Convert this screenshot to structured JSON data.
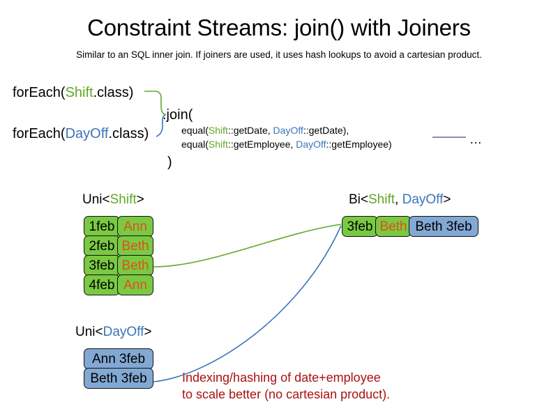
{
  "slide": {
    "title": "Constraint Streams: join() with Joiners",
    "subtitle": "Similar to an SQL inner join. If joiners are used, it uses hash lookups to avoid a cartesian product."
  },
  "colors": {
    "shift_green_text": "#5fa827",
    "dayoff_blue_text": "#3b74b8",
    "box_green": "#7ac943",
    "box_blue": "#82a8d4",
    "name_orange": "#e04f1b",
    "annotation_red": "#aa1111",
    "connector_green": "#5fa827",
    "connector_blue": "#3b74b8",
    "rule_purple": "#7d5f8a",
    "box_border": "#111111"
  },
  "code": {
    "foreach_shift": {
      "prefix": "forEach(",
      "type": "Shift",
      "suffix": ".class)"
    },
    "foreach_dayoff": {
      "prefix": "forEach(",
      "type": "DayOff",
      "suffix": ".class)"
    },
    "join_open": ".join(",
    "join_close": ")",
    "joiners": [
      {
        "fn_open": "equal(",
        "left_type": "Shift",
        "left_method": "::getDate",
        "separator": ", ",
        "right_type": "DayOff",
        "right_method": "::getDate",
        "fn_close": "),"
      },
      {
        "fn_open": "equal(",
        "left_type": "Shift",
        "left_method": "::getEmployee",
        "separator": ", ",
        "right_type": "DayOff",
        "right_method": "::getEmployee",
        "fn_close": ")"
      }
    ],
    "ellipsis": "…"
  },
  "streams": {
    "uni_shift": {
      "heading": {
        "prefix": "Uni<",
        "type": "Shift",
        "suffix": ">"
      },
      "rows": [
        {
          "date": "1feb",
          "employee": "Ann"
        },
        {
          "date": "2feb",
          "employee": "Beth"
        },
        {
          "date": "3feb",
          "employee": "Beth"
        },
        {
          "date": "4feb",
          "employee": "Ann"
        }
      ]
    },
    "uni_dayoff": {
      "heading": {
        "prefix": "Uni<",
        "type": "DayOff",
        "suffix": ">"
      },
      "rows": [
        {
          "pair": "Ann 3feb"
        },
        {
          "pair": "Beth 3feb"
        }
      ]
    },
    "bi": {
      "heading": {
        "prefix": "Bi<",
        "left_type": "Shift",
        "separator": ", ",
        "right_type": "DayOff",
        "suffix": ">"
      },
      "rows": [
        {
          "date": "3feb",
          "employee": "Beth",
          "pair": "Beth 3feb"
        }
      ]
    }
  },
  "annotation": {
    "line1": "Indexing/hashing of date+employee",
    "line2": "to scale better (no cartesian product)."
  }
}
